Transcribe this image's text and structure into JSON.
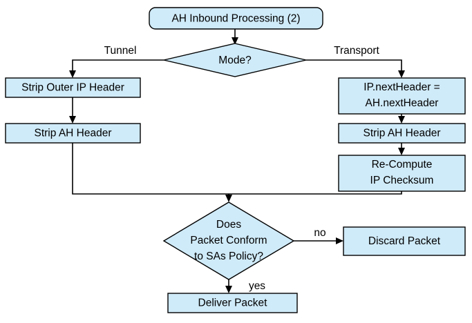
{
  "diagram": {
    "title": "AH Inbound Processing (2)",
    "type": "flowchart",
    "colors": {
      "node_fill": "#cfeaf8",
      "node_stroke": "#000000",
      "background": "#ffffff",
      "text": "#000000"
    },
    "nodes": {
      "start": {
        "label": "AH Inbound Processing (2)",
        "shape": "rounded-rectangle"
      },
      "mode_decision": {
        "label": "Mode?",
        "shape": "diamond"
      },
      "strip_outer_ip_header": {
        "label": "Strip Outer IP Header",
        "shape": "rectangle"
      },
      "strip_ah_header_tunnel": {
        "label": "Strip AH Header",
        "shape": "rectangle"
      },
      "ip_next_header": {
        "line1": "IP.nextHeader =",
        "line2": "AH.nextHeader",
        "shape": "rectangle"
      },
      "strip_ah_header_transport": {
        "label": "Strip AH Header",
        "shape": "rectangle"
      },
      "recompute_checksum": {
        "line1": "Re-Compute",
        "line2": "IP Checksum",
        "shape": "rectangle"
      },
      "policy_decision": {
        "line1": "Does",
        "line2": "Packet Conform",
        "line3": "to SAs Policy?",
        "shape": "diamond"
      },
      "discard_packet": {
        "label": "Discard Packet",
        "shape": "rectangle"
      },
      "deliver_packet": {
        "label": "Deliver Packet",
        "shape": "rectangle"
      }
    },
    "edge_labels": {
      "tunnel": "Tunnel",
      "transport": "Transport",
      "no": "no",
      "yes": "yes"
    }
  }
}
